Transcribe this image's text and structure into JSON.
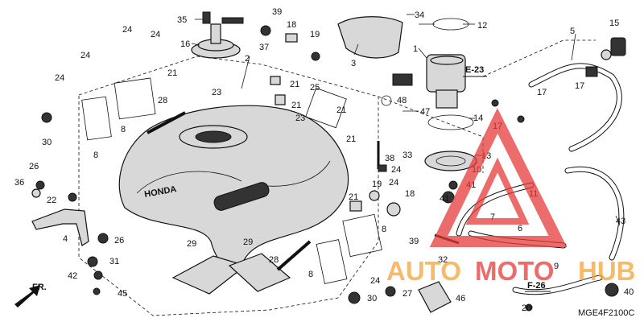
{
  "diagram": {
    "code": "MGE4F2100C",
    "direction": "FR.",
    "refs": [
      "E-23",
      "F-26"
    ],
    "brand_on_tank": "HONDA",
    "watermark": {
      "part1": "AUTO",
      "part2": "MOTO",
      "part3": "HUB",
      "color": "#e63a3a",
      "accent": "#f2a53a"
    },
    "callouts": [
      {
        "id": "c35",
        "text": "35"
      },
      {
        "id": "c16",
        "text": "16"
      },
      {
        "id": "c24a",
        "text": "24"
      },
      {
        "id": "c24b",
        "text": "24"
      },
      {
        "id": "c24c",
        "text": "24"
      },
      {
        "id": "c24d",
        "text": "24"
      },
      {
        "id": "c39a",
        "text": "39"
      },
      {
        "id": "c37",
        "text": "37"
      },
      {
        "id": "c18a",
        "text": "18"
      },
      {
        "id": "c19a",
        "text": "19"
      },
      {
        "id": "c3",
        "text": "3"
      },
      {
        "id": "c34",
        "text": "34"
      },
      {
        "id": "c12",
        "text": "12"
      },
      {
        "id": "c15",
        "text": "15"
      },
      {
        "id": "c5",
        "text": "5"
      },
      {
        "id": "c1",
        "text": "1"
      },
      {
        "id": "c2",
        "text": "2"
      },
      {
        "id": "c21a",
        "text": "21"
      },
      {
        "id": "c21b",
        "text": "21"
      },
      {
        "id": "c21c",
        "text": "21"
      },
      {
        "id": "c21d",
        "text": "21"
      },
      {
        "id": "c21e",
        "text": "21"
      },
      {
        "id": "c21f",
        "text": "21"
      },
      {
        "id": "c23a",
        "text": "23"
      },
      {
        "id": "c23b",
        "text": "23"
      },
      {
        "id": "c25",
        "text": "25"
      },
      {
        "id": "c28a",
        "text": "28"
      },
      {
        "id": "c28b",
        "text": "28"
      },
      {
        "id": "c8a",
        "text": "8"
      },
      {
        "id": "c8b",
        "text": "8"
      },
      {
        "id": "c8c",
        "text": "8"
      },
      {
        "id": "c8d",
        "text": "8"
      },
      {
        "id": "c30a",
        "text": "30"
      },
      {
        "id": "c30b",
        "text": "30"
      },
      {
        "id": "c48",
        "text": "48"
      },
      {
        "id": "c47",
        "text": "47"
      },
      {
        "id": "c17a",
        "text": "17"
      },
      {
        "id": "c17b",
        "text": "17"
      },
      {
        "id": "c17c",
        "text": "17"
      },
      {
        "id": "c14",
        "text": "14"
      },
      {
        "id": "c38",
        "text": "38"
      },
      {
        "id": "c33",
        "text": "33"
      },
      {
        "id": "c13",
        "text": "13"
      },
      {
        "id": "c10",
        "text": "10"
      },
      {
        "id": "c24e",
        "text": "24"
      },
      {
        "id": "c24f",
        "text": "24"
      },
      {
        "id": "c24g",
        "text": "24"
      },
      {
        "id": "c18b",
        "text": "18"
      },
      {
        "id": "c19b",
        "text": "19"
      },
      {
        "id": "c41a",
        "text": "41"
      },
      {
        "id": "c41b",
        "text": "41"
      },
      {
        "id": "c11",
        "text": "11"
      },
      {
        "id": "c43",
        "text": "43"
      },
      {
        "id": "c7",
        "text": "7"
      },
      {
        "id": "c6",
        "text": "6"
      },
      {
        "id": "c39b",
        "text": "39"
      },
      {
        "id": "c32",
        "text": "32"
      },
      {
        "id": "c9",
        "text": "9"
      },
      {
        "id": "c26a",
        "text": "26"
      },
      {
        "id": "c26b",
        "text": "26"
      },
      {
        "id": "c36",
        "text": "36"
      },
      {
        "id": "c22",
        "text": "22"
      },
      {
        "id": "c4",
        "text": "4"
      },
      {
        "id": "c31",
        "text": "31"
      },
      {
        "id": "c42",
        "text": "42"
      },
      {
        "id": "c45",
        "text": "45"
      },
      {
        "id": "c29a",
        "text": "29"
      },
      {
        "id": "c29b",
        "text": "29"
      },
      {
        "id": "c27",
        "text": "27"
      },
      {
        "id": "c46",
        "text": "46"
      },
      {
        "id": "c40",
        "text": "40"
      },
      {
        "id": "c20",
        "text": "20"
      }
    ]
  }
}
